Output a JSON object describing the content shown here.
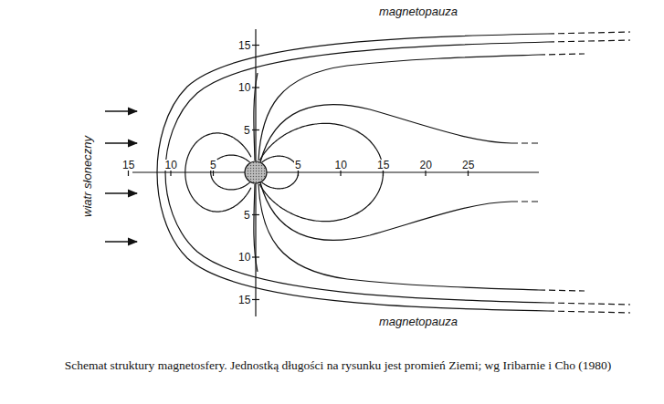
{
  "diagram": {
    "caption": "Schemat struktury magnetosfery. Jednostką długości na rysunku jest promień Ziemi; wg Iribarnie i Cho (1980)",
    "labels": [
      "magnetopauza",
      "15",
      "10",
      "5",
      "15",
      "10",
      "5",
      "5",
      "10",
      "15",
      "20",
      "25",
      "wiatr słoneczny",
      "5",
      "10",
      "15",
      "magnetopauza"
    ]
  }
}
